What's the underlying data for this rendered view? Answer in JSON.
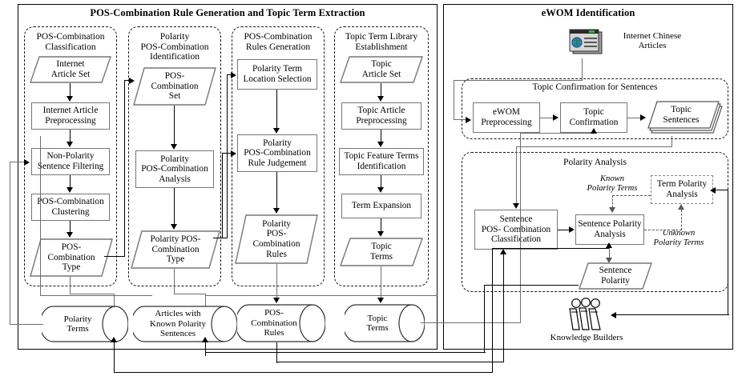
{
  "panels": {
    "left": {
      "title": "POS-Combination Rule Generation and Topic Term Extraction"
    },
    "right": {
      "title": "eWOM Identification"
    }
  },
  "groups": {
    "g1": {
      "title": "POS-Combination\nClassification"
    },
    "g2": {
      "title": "Polarity\nPOS-Combination\nIdentification"
    },
    "g3": {
      "title": "POS-Combination\nRules Generation"
    },
    "g4": {
      "title": "Topic Term Library\nEstablishment"
    },
    "g5": {
      "title": "Topic Confirmation for Sentences"
    },
    "g6": {
      "title": "Polarity Analysis"
    },
    "g7": {
      "title": "Term Polarity\nAnalysis"
    }
  },
  "nodes": {
    "internet_article_set": "Internet\nArticle Set",
    "internet_article_preprocessing": "Internet Article\nPreprocessing",
    "non_polarity_sentence_filtering": "Non-Polarity\nSentence Filtering",
    "pos_combination_clustering": "POS-Combination\nClustering",
    "pos_combination_type": "POS-\nCombination\nType",
    "pos_combination_set": "POS-\nCombination\nSet",
    "polarity_pos_combination_analysis": "Polarity\nPOS-Combination\nAnalysis",
    "polarity_pos_combination_type": "Polarity POS-\nCombination\nType",
    "polarity_term_location_selection": "Polarity Term\nLocation Selection",
    "polarity_pos_combination_rule_judgement": "Polarity\nPOS-Combination\nRule Judgement",
    "polarity_pos_combination_rules": "Polarity\nPOS-\nCombination\nRules",
    "topic_article_set": "Topic\nArticle Set",
    "topic_article_preprocessing": "Topic Article\nPreprocessing",
    "topic_feature_terms_identification": "Topic Feature Terms\nIdentification",
    "term_expansion": "Term Expansion",
    "topic_terms_para": "Topic\nTerms",
    "db_polarity_terms": "Polarity\nTerms",
    "db_articles_known_polarity": "Articles with\nKnown Polarity\nSentences",
    "db_pos_combination_rules": "POS-\nCombination\nRules",
    "db_topic_terms": "Topic\nTerms",
    "internet_chinese_articles": "Internet Chinese\nArticles",
    "ewom_preprocessing": "eWOM\nPreprocessing",
    "topic_confirmation": "Topic\nConfirmation",
    "topic_sentences": "Topic\nSentences",
    "sentence_pos_combination_classification": "Sentence\nPOS- Combination\nClassification",
    "sentence_polarity_analysis": "Sentence Polarity\nAnalysis",
    "term_polarity_analysis": "Term Polarity\nAnalysis",
    "sentence_polarity": "Sentence\nPolarity",
    "knowledge_builders": "Knowledge Builders"
  },
  "annotations": {
    "known_polarity_terms": "Known\nPolarity Terms",
    "unknown_polarity_terms": "Unknown\nPolarity Terms"
  },
  "icons": {
    "internet_articles_icon": "web-articles-icon",
    "knowledge_builders_icon": "people-group-icon",
    "topic_sentences_icon": "stacked-documents-icon"
  },
  "colors": {
    "stroke": "#000000",
    "box_stroke": "#777777",
    "connector_gray": "#6e6e6e",
    "background": "#ffffff"
  }
}
